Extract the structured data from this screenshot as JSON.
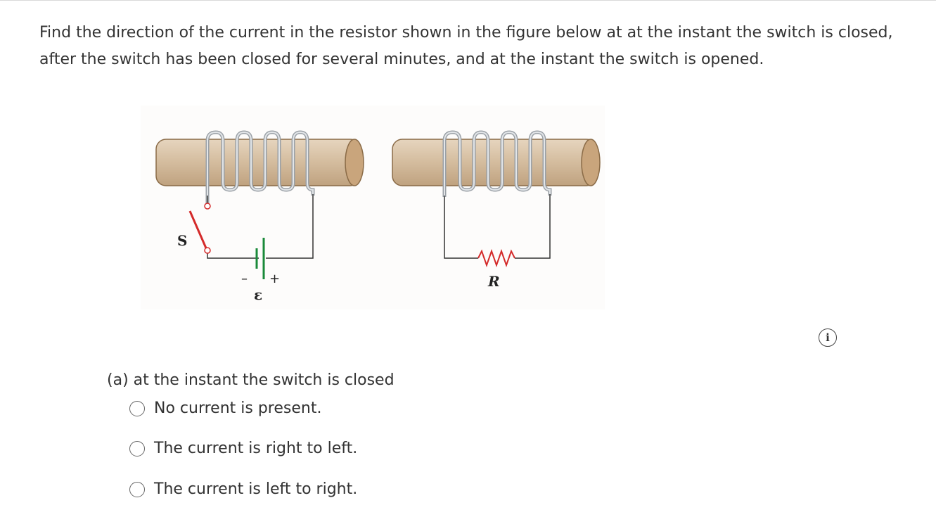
{
  "question": {
    "text": "Find the direction of the current in the resistor shown in the figure below at at the instant the switch is closed, after the switch has been closed for several minutes, and at the instant the switch is opened."
  },
  "figure": {
    "labels": {
      "switch": "S",
      "battery_minus": "–",
      "battery_plus": "+",
      "emf": "ε",
      "resistor": "R"
    },
    "colors": {
      "core": "#d4bc9e",
      "core_end": "#c9a57c",
      "coil": "#b7bcc2",
      "switch": "#d42a2a",
      "battery": "#1a8a3a",
      "resistor": "#d42a2a",
      "wire": "#333333"
    }
  },
  "info_icon": "info-icon",
  "part_a": {
    "label": "(a) at the instant the switch is closed",
    "options": [
      {
        "label": "No current is present."
      },
      {
        "label": "The current is right to left."
      },
      {
        "label": "The current is left to right."
      }
    ]
  }
}
